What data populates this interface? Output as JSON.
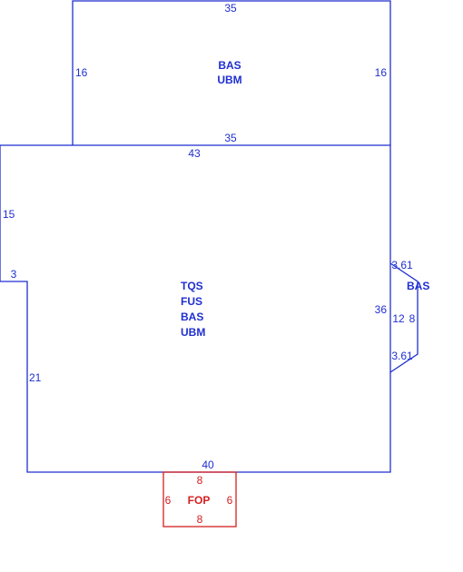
{
  "colors": {
    "structure": "#1f2fd0",
    "porch": "#d42020",
    "background": "#ffffff"
  },
  "upper": {
    "dims": {
      "top": "35",
      "bottom": "35",
      "left": "16",
      "right": "16"
    },
    "codes": [
      "BAS",
      "UBM"
    ]
  },
  "main": {
    "dims": {
      "top": "43",
      "left_upper": "15",
      "step": "3",
      "left_lower": "21",
      "bottom": "40",
      "right": "36"
    },
    "codes": [
      "TQS",
      "FUS",
      "BAS",
      "UBM"
    ]
  },
  "bay": {
    "dims": {
      "upper_diag": "3.61",
      "side": "12",
      "depth": "8",
      "lower_diag": "3.61"
    },
    "codes": [
      "BAS"
    ]
  },
  "porch": {
    "dims": {
      "top": "8",
      "bottom": "8",
      "left": "6",
      "right": "6"
    },
    "codes": [
      "FOP"
    ]
  }
}
